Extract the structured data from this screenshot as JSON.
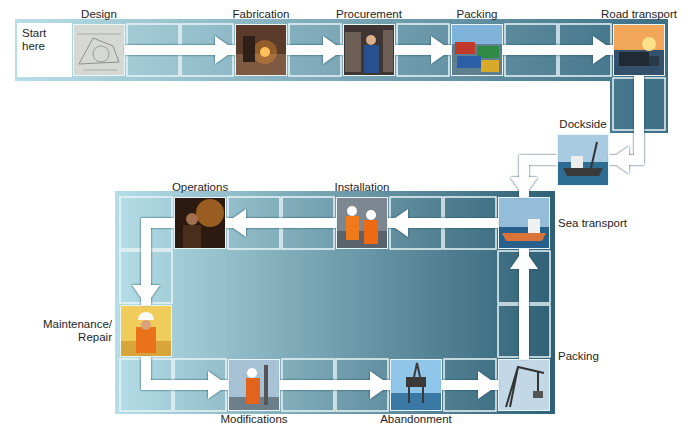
{
  "diagram": {
    "nodes": [
      {
        "text": [
          "Start here"
        ]
      },
      {
        "text": [
          "Design"
        ]
      },
      {
        "text": [
          "Fabrication"
        ]
      },
      {
        "text": [
          "Procurement"
        ]
      },
      {
        "text": [
          "Packing"
        ]
      },
      {
        "text": [
          "Road transport"
        ]
      },
      {
        "text": [
          "Dockside"
        ]
      },
      {
        "text": [
          "Sea transport"
        ]
      },
      {
        "text": [
          "Installation"
        ]
      },
      {
        "text": [
          "Operations"
        ]
      },
      {
        "text": [
          "Maintenance/ Repair"
        ]
      },
      {
        "text": [
          "Modifications"
        ]
      },
      {
        "text": [
          "Abandonment"
        ]
      },
      {
        "text": [
          "Packing"
        ]
      }
    ],
    "edges": [
      {
        "from": 1,
        "to": 2,
        "arrow": "to"
      },
      {
        "from": 2,
        "to": 3,
        "arrow": "to"
      },
      {
        "from": 3,
        "to": 4,
        "arrow": "to"
      },
      {
        "from": 4,
        "to": 5,
        "arrow": "to"
      },
      {
        "from": 5,
        "to": 6,
        "arrow": "to"
      },
      {
        "from": 6,
        "to": 7,
        "arrow": "to"
      },
      {
        "from": 7,
        "to": 8,
        "arrow": "to"
      },
      {
        "from": 8,
        "to": 9,
        "arrow": "to"
      },
      {
        "from": 9,
        "to": 10,
        "arrow": "to"
      },
      {
        "from": 10,
        "to": 11,
        "arrow": "to"
      },
      {
        "from": 11,
        "to": 12,
        "arrow": "to"
      },
      {
        "from": 12,
        "to": 13,
        "arrow": "to"
      },
      {
        "from": 13,
        "to": 7,
        "arrow": "to"
      }
    ]
  }
}
